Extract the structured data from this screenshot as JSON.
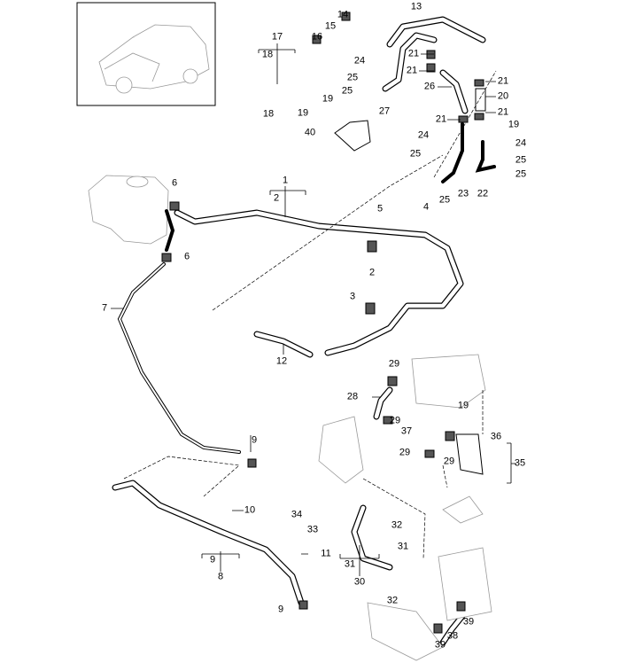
{
  "diagram": {
    "title_image": "vehicle-thumbnail",
    "callouts": [
      "13",
      "14",
      "15",
      "16",
      "17",
      "18",
      "18",
      "19",
      "19",
      "24",
      "25",
      "25",
      "27",
      "21",
      "21",
      "26",
      "21",
      "20",
      "21",
      "21",
      "19",
      "24",
      "24",
      "25",
      "25",
      "25",
      "23",
      "22",
      "25",
      "40",
      "1",
      "2",
      "4",
      "5",
      "6",
      "6",
      "2",
      "3",
      "7",
      "12",
      "9",
      "10",
      "34",
      "33",
      "32",
      "11",
      "31",
      "31",
      "30",
      "32",
      "9",
      "8",
      "9",
      "29",
      "28",
      "29",
      "37",
      "29",
      "29",
      "19",
      "36",
      "35",
      "39",
      "38",
      "39"
    ]
  }
}
